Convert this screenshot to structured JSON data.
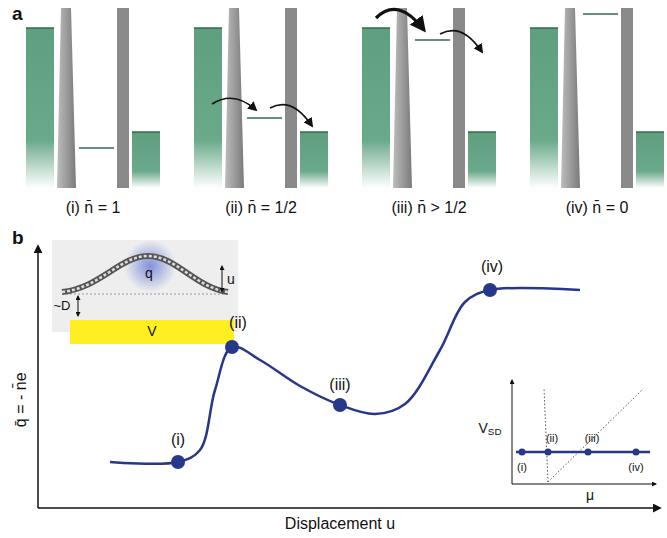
{
  "diagram": {
    "labels": [
      "a",
      "(i)  n̄ = 1",
      "(ii)  n̄ = 1/2",
      "(iii)  n̄ > 1/2",
      "(iv)  n̄ = 0",
      "b",
      "q̄ = - n̄e",
      "Displacement u",
      "(i)",
      "(ii)",
      "(iii)",
      "(iv)",
      "q",
      "u",
      "~D",
      "V",
      "VSD",
      "μ",
      "(i)",
      "(ii)",
      "(iii)",
      "(iv)"
    ]
  }
}
